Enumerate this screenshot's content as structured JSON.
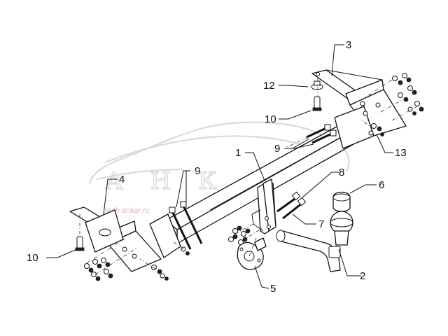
{
  "watermark": {
    "text": "А Н К А",
    "subtext": "tech ankar.ru"
  },
  "callouts": [
    {
      "id": "1",
      "label": "1"
    },
    {
      "id": "2",
      "label": "2"
    },
    {
      "id": "3",
      "label": "3"
    },
    {
      "id": "4",
      "label": "4"
    },
    {
      "id": "5",
      "label": "5"
    },
    {
      "id": "6",
      "label": "6"
    },
    {
      "id": "7",
      "label": "7"
    },
    {
      "id": "8",
      "label": "8"
    },
    {
      "id": "9a",
      "label": "9"
    },
    {
      "id": "9b",
      "label": "9"
    },
    {
      "id": "10a",
      "label": "10"
    },
    {
      "id": "10b",
      "label": "10"
    },
    {
      "id": "12",
      "label": "12"
    },
    {
      "id": "13",
      "label": "13"
    }
  ]
}
